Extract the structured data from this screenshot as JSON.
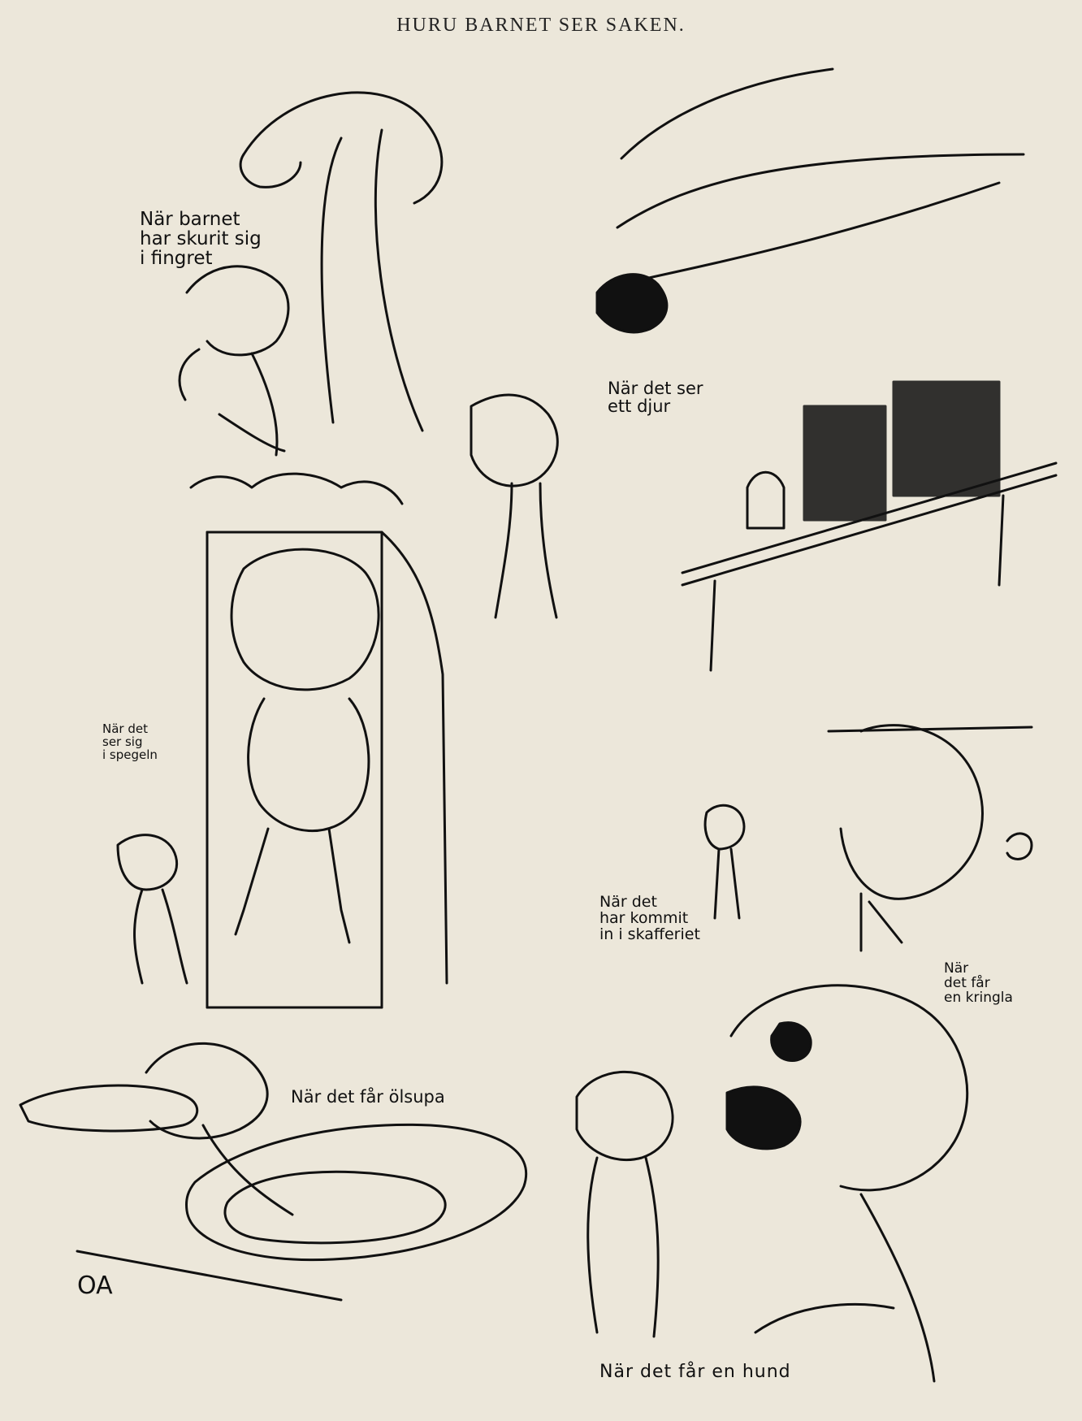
{
  "page": {
    "title": "HURU BARNET SER SAKEN.",
    "signature": "OA"
  },
  "captions": {
    "finger": "När barnet\nhar skurit sig\ni fingret",
    "animal": "När det ser\nett djur",
    "mirror": "När det\nser sig\ni spegeln",
    "pantry": "När det\nhar kommit\nin i skafferiet",
    "pretzel": "När\ndet får\nen kringla",
    "soup": "När det får ölsupa",
    "dog": "När det får en hund"
  }
}
